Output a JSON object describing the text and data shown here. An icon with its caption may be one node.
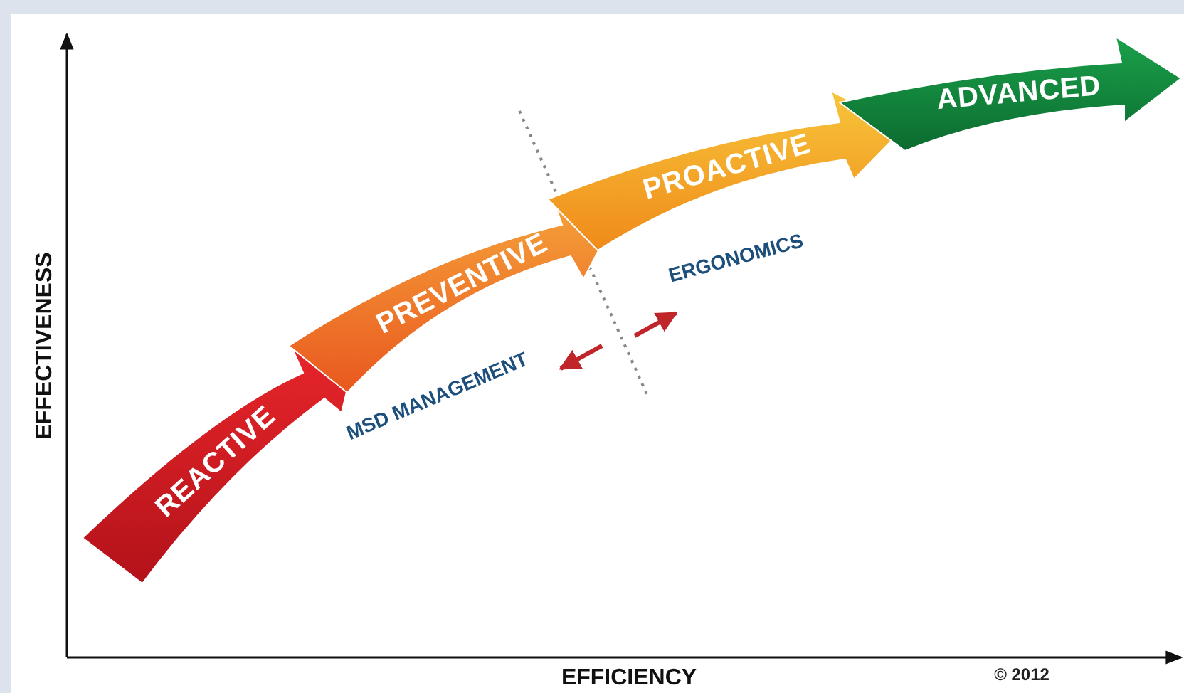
{
  "diagram": {
    "nodes": [
      {
        "text": [
          "REACTIVE"
        ]
      },
      {
        "text": [
          "PREVENTIVE"
        ]
      },
      {
        "text": [
          "PROACTIVE"
        ]
      },
      {
        "text": [
          "ADVANCED"
        ]
      }
    ],
    "labels": [
      "EFFECTIVENESS",
      "EFFICIENCY",
      "MSD MANAGEMENT",
      "ERGONOMICS",
      "© 2012"
    ]
  }
}
